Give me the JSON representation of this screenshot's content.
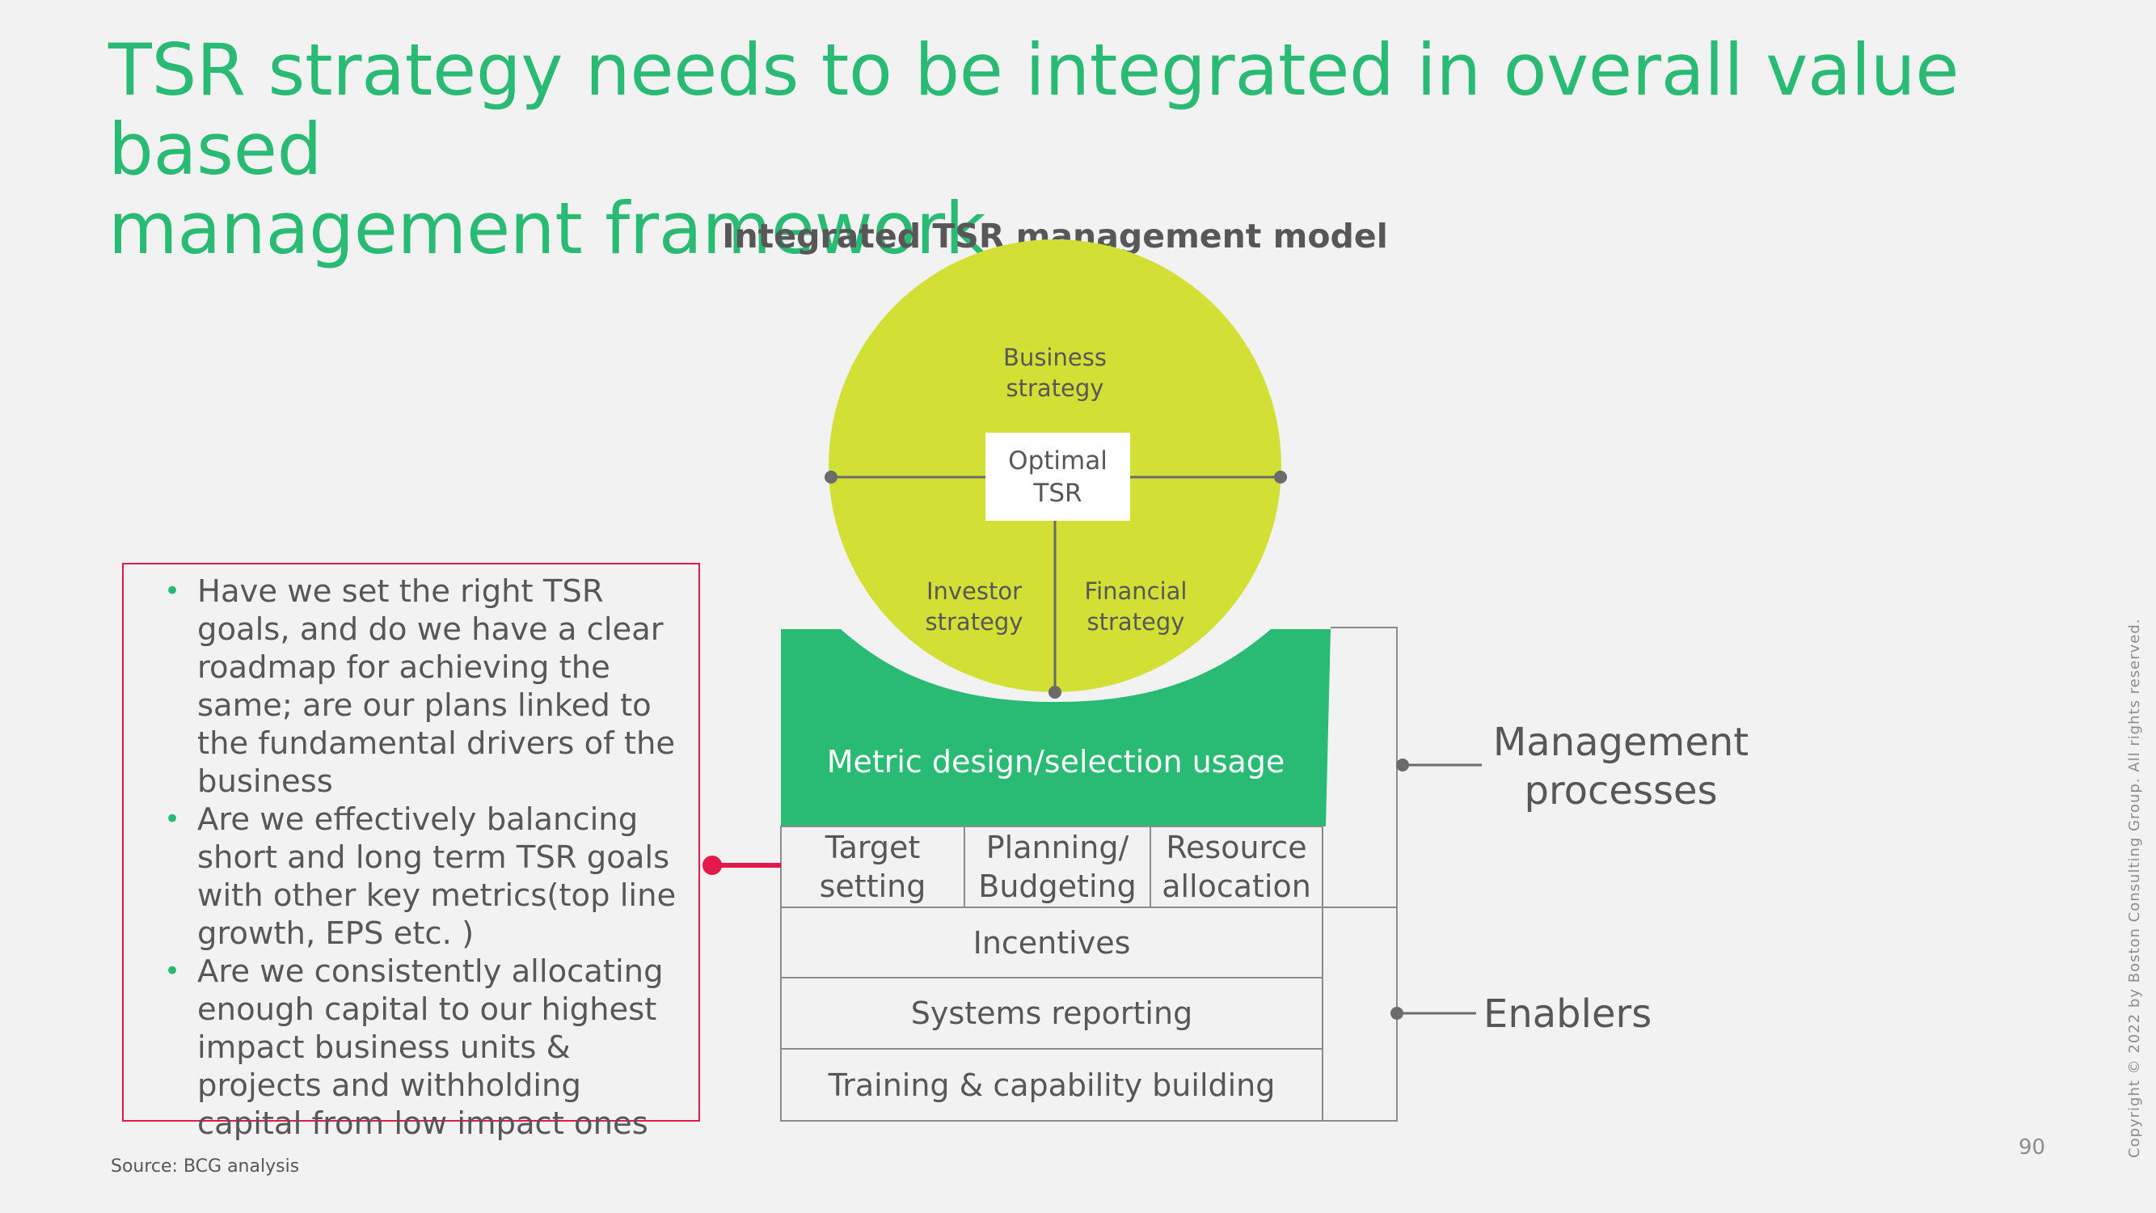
{
  "title": "TSR strategy needs to be integrated in overall value based\nmanagement framework",
  "model_title": "Integrated TSR management model",
  "circle": {
    "top_label": "Business\nstrategy",
    "center_label": "Optimal\nTSR",
    "left_label": "Investor\nstrategy",
    "right_label": "Financial\nstrategy"
  },
  "metric_label": "Metric design/selection usage",
  "processes": [
    "Target\nsetting",
    "Planning/\nBudgeting",
    "Resource\nallocation"
  ],
  "enablers": [
    "Incentives",
    "Systems reporting",
    "Training & capability building"
  ],
  "side_labels": {
    "management": "Management\nprocesses",
    "enablers": "Enablers"
  },
  "questions": [
    "Have we set the right TSR goals, and do we have a clear roadmap for achieving the same; are our plans linked to the fundamental drivers of the business",
    "Are we effectively balancing short and long term TSR goals with other key metrics(top line growth, EPS etc. )",
    "Are we consistently allocating enough capital to our highest impact business units & projects and withholding capital from low impact ones"
  ],
  "bullet_glyph": "•",
  "source": "Source: BCG analysis",
  "page_number": "90",
  "copyright": "Copyright © 2022 by Boston Consulting Group. All rights reserved.",
  "colors": {
    "title_green": "#29ba74",
    "circle_lime": "#d2e035",
    "bowl_green": "#29ba74",
    "accent_red": "#e2194a",
    "text_gray": "#575757",
    "background": "#f2f2f2"
  }
}
